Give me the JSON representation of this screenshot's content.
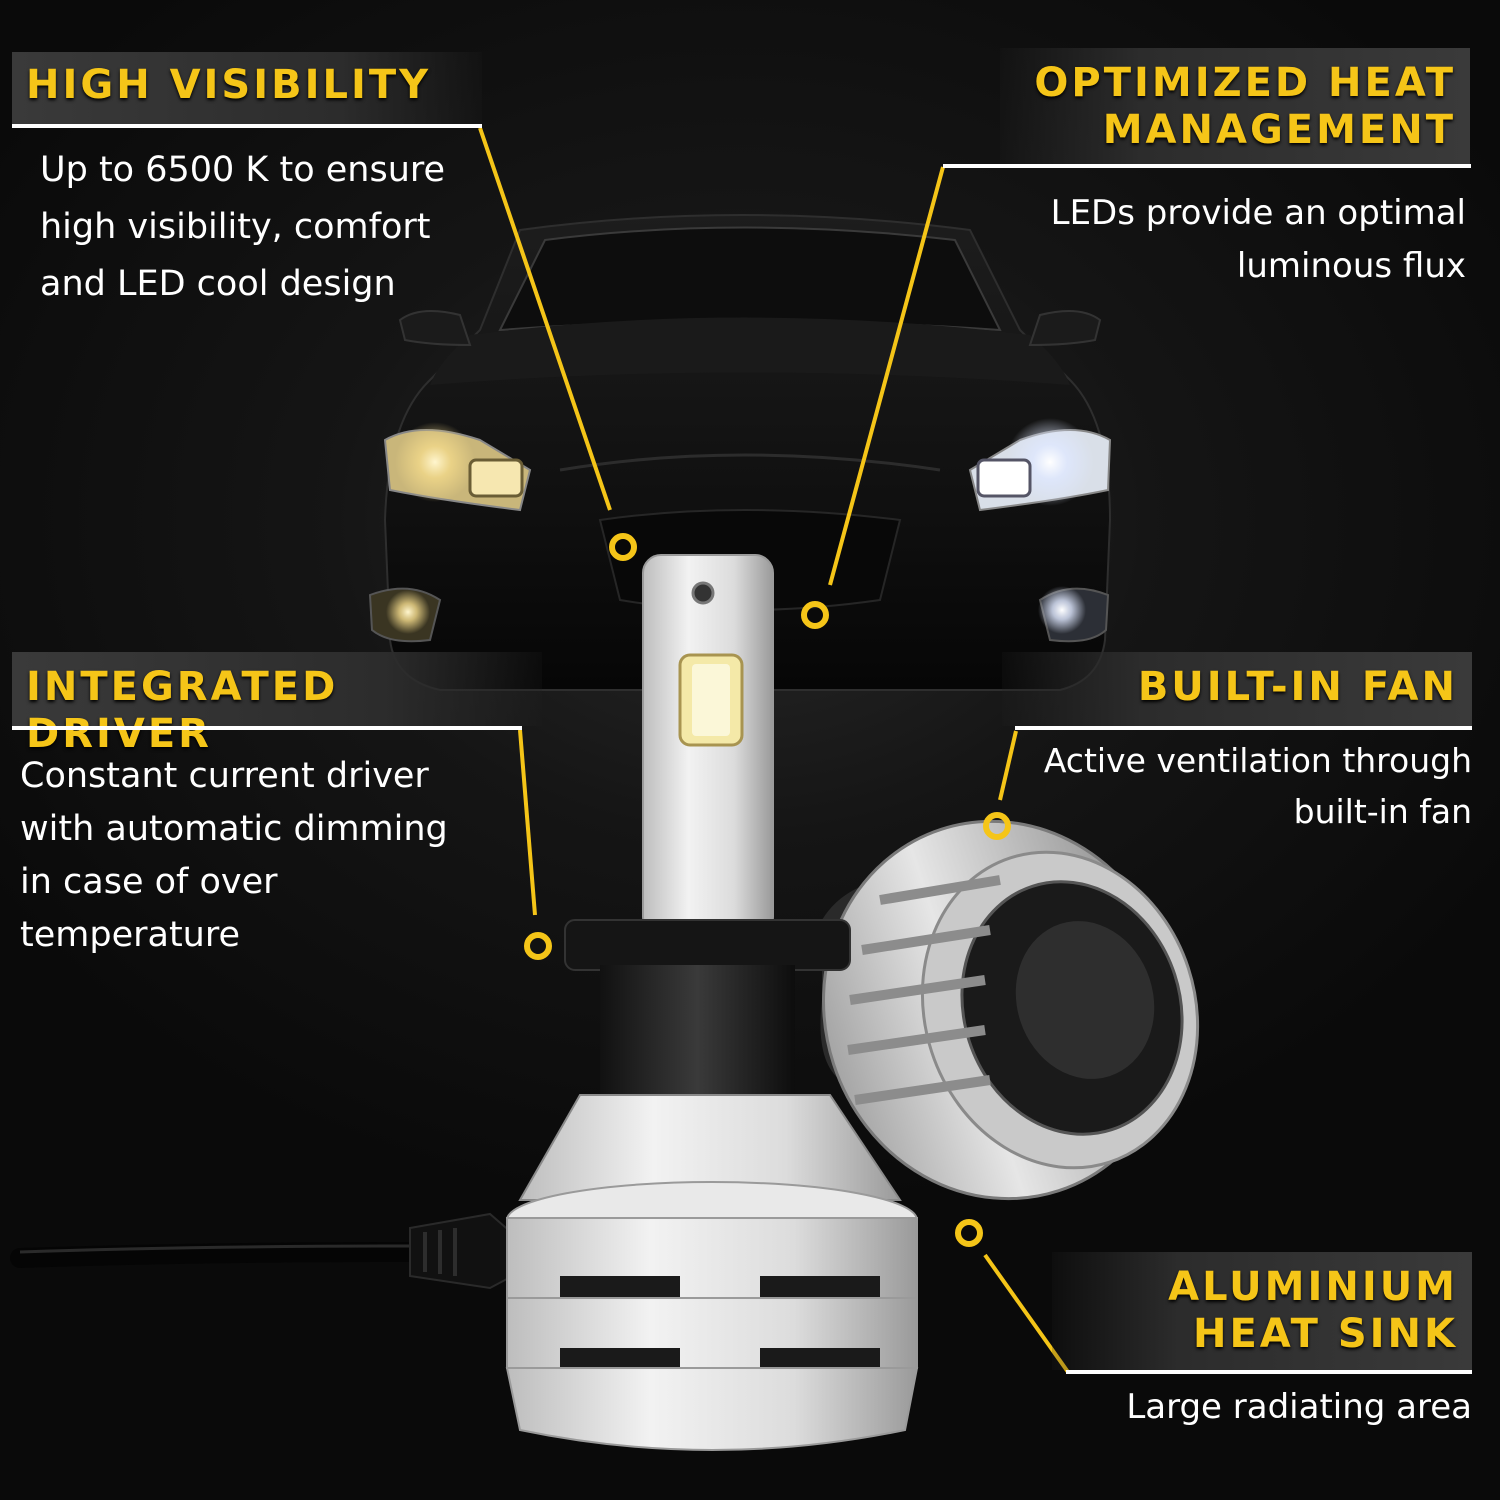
{
  "theme": {
    "accent": "#f5c518",
    "text": "#ffffff",
    "panel": "#333333",
    "background": "#0b0b0b"
  },
  "callouts": {
    "high_visibility": {
      "title": "HIGH VISIBILITY",
      "body": "Up to 6500 K to ensure\nhigh visibility, comfort\nand LED cool design"
    },
    "heat_management": {
      "title_line1": "OPTIMIZED HEAT",
      "title_line2": "MANAGEMENT",
      "body": "LEDs provide an optimal\nluminous flux"
    },
    "integrated_driver": {
      "title": "INTEGRATED DRIVER",
      "body": "Constant current driver\nwith automatic dimming\nin case of over\ntemperature"
    },
    "built_in_fan": {
      "title": "BUILT-IN FAN",
      "body": "Active ventilation through\nbuilt-in fan"
    },
    "heat_sink": {
      "title_line1": "ALUMINIUM",
      "title_line2": "HEAT SINK",
      "body": "Large radiating area"
    }
  }
}
